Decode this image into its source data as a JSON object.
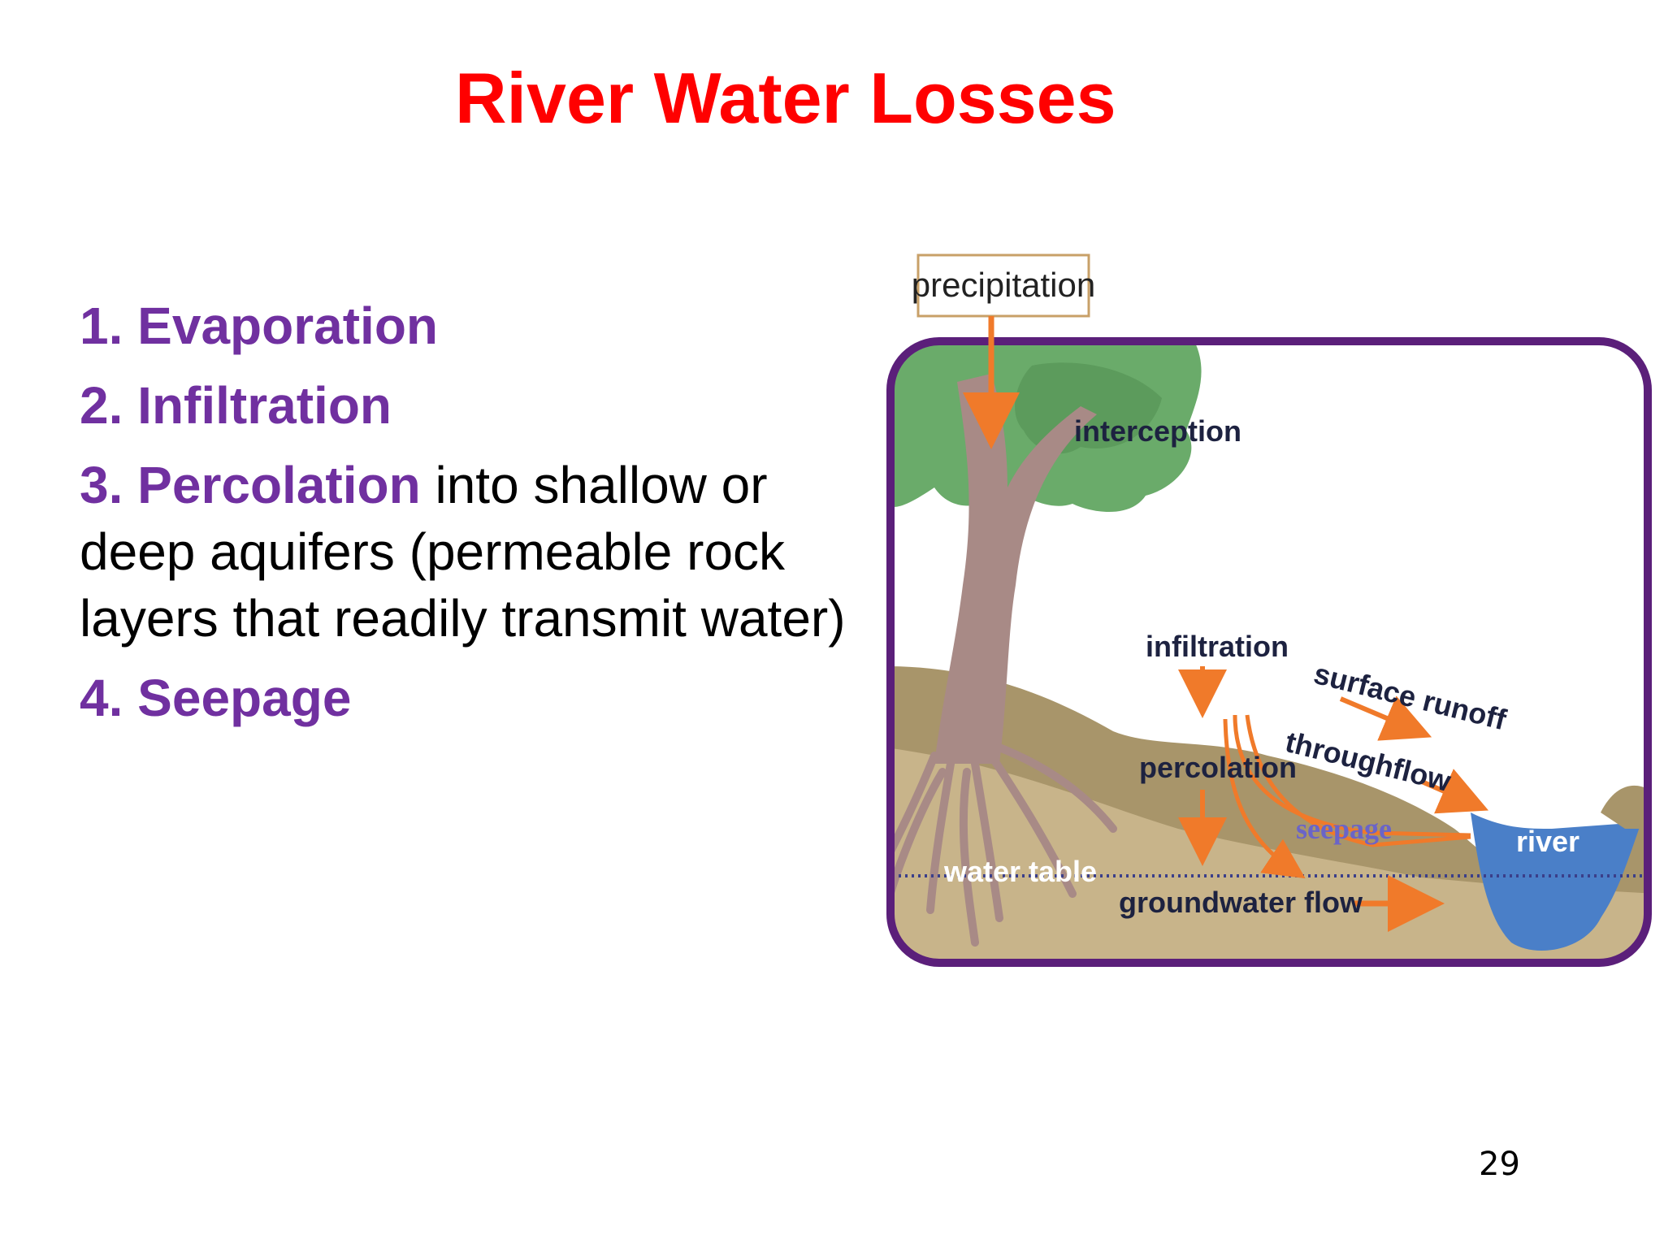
{
  "slide": {
    "title": "River Water Losses",
    "page_number": "29"
  },
  "list": {
    "items": [
      {
        "num": "1.",
        "term": "Evaporation",
        "rest": ""
      },
      {
        "num": "2.",
        "term": "Infiltration",
        "rest": ""
      },
      {
        "num": "3. ",
        "term": "Percolation",
        "rest": " into shallow or deep aquifers (permeable rock layers that readily transmit water)"
      },
      {
        "num": "4.",
        "term": "Seepage",
        "rest": ""
      }
    ]
  },
  "diagram": {
    "labels": {
      "precipitation": "precipitation",
      "interception": "interception",
      "infiltration": "infiltration",
      "surface_runoff": "surface runoff",
      "throughflow": "throughflow",
      "percolation": "percolation",
      "seepage": "seepage",
      "river": "river",
      "water_table": "water table",
      "groundwater_flow": "groundwater flow"
    },
    "colors": {
      "frame": "#5b1f7a",
      "arrow": "#f07a2a",
      "soil_top": "#a8956a",
      "soil_bottom": "#c8b48a",
      "river": "#4a7fc8",
      "tree_canopy": "#6aab6a",
      "trunk": "#a88a86"
    }
  }
}
